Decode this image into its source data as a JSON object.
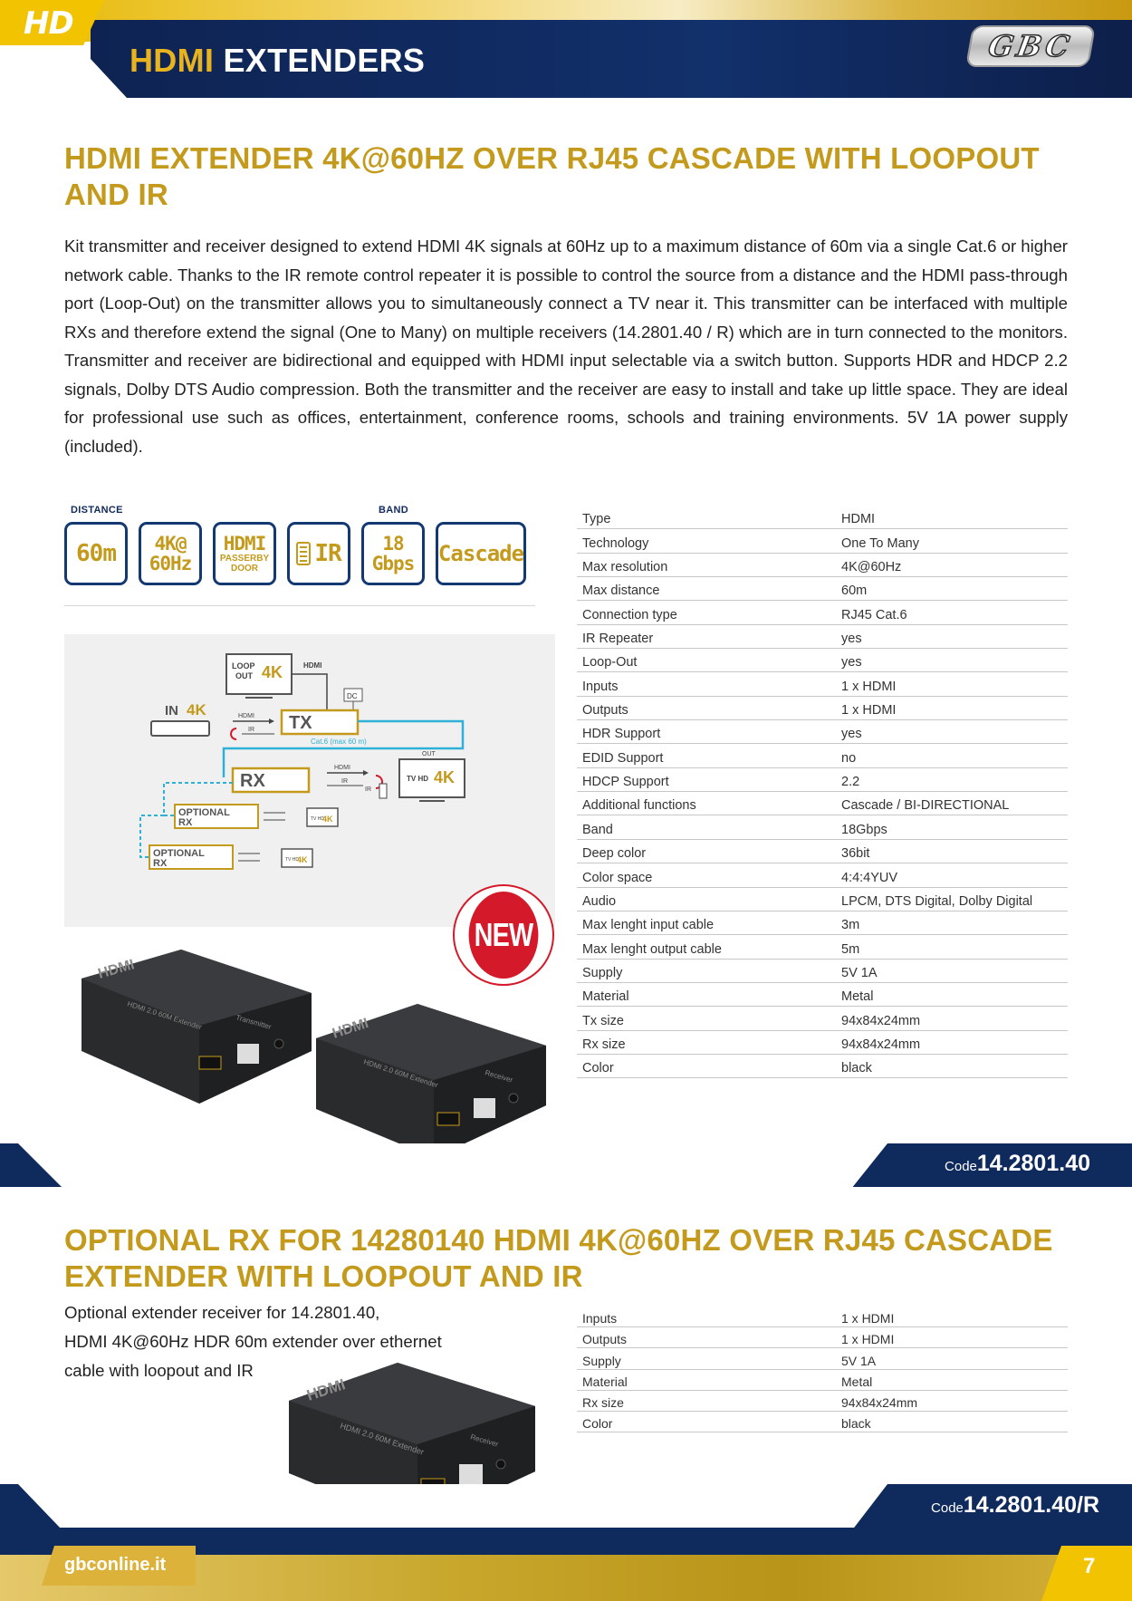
{
  "header": {
    "badge": "HD",
    "title_part1": "HDMI",
    "title_part2": "EXTENDERS",
    "logo": "GBC"
  },
  "product1": {
    "title": "HDMI EXTENDER 4K@60HZ OVER RJ45 CASCADE WITH LOOPOUT AND IR",
    "description": "Kit transmitter and receiver designed to extend HDMI 4K signals at 60Hz up to a maximum distance of 60m via a single Cat.6 or higher network cable. Thanks to the IR remote control repeater it is possible to control the source from a distance and the HDMI pass-through port (Loop-Out) on the transmitter allows you to simultaneously connect a TV near it. This transmitter can be interfaced with multiple RXs and therefore extend the signal (One to Many) on multiple receivers (14.2801.40 / R) which are in turn connected to the monitors. Transmitter and receiver are bidirectional and equipped with HDMI input selectable via a switch button. Supports HDR and HDCP 2.2 signals, Dolby DTS Audio compression. Both the transmitter and the receiver are easy to install and take up little space. They are ideal for professional use such as offices, entertainment, conference rooms, schools and training environments. 5V 1A power supply (included).",
    "badge_labels": {
      "distance": "DISTANCE",
      "band": "BAND"
    },
    "badges": {
      "distance": "60m",
      "res_line1": "4K@",
      "res_line2": "60Hz",
      "hdmi_line1": "HDMI",
      "hdmi_line2": "PASSERBY",
      "hdmi_line3": "DOOR",
      "ir": "IR",
      "band_line1": "18",
      "band_line2": "Gbps",
      "cascade": "Cascade"
    },
    "diagram": {
      "loop_out": "LOOP",
      "loop_out2": "OUT",
      "k4": "4K",
      "hdmi": "HDMI",
      "dc": "DC",
      "in": "IN",
      "ir": "IR",
      "tx": "TX",
      "cable": "Cat.6 (max 60 m)",
      "out": "OUT",
      "rx": "RX",
      "tv_hd": "TV HD",
      "optional": "OPTIONAL",
      "rx_short": "RX"
    },
    "new_label": "NEW",
    "specs": [
      {
        "k": "Type",
        "v": "HDMI"
      },
      {
        "k": "Technology",
        "v": "One To Many"
      },
      {
        "k": "Max resolution",
        "v": "4K@60Hz"
      },
      {
        "k": "Max distance",
        "v": "60m"
      },
      {
        "k": "Connection type",
        "v": "RJ45 Cat.6"
      },
      {
        "k": "IR Repeater",
        "v": "yes"
      },
      {
        "k": "Loop-Out",
        "v": "yes"
      },
      {
        "k": "Inputs",
        "v": "1 x HDMI"
      },
      {
        "k": "Outputs",
        "v": "1 x HDMI"
      },
      {
        "k": "HDR Support",
        "v": "yes"
      },
      {
        "k": "EDID Support",
        "v": "no"
      },
      {
        "k": "HDCP Support",
        "v": "2.2"
      },
      {
        "k": "Additional functions",
        "v": "Cascade / BI-DIRECTIONAL"
      },
      {
        "k": "Band",
        "v": "18Gbps"
      },
      {
        "k": "Deep color",
        "v": "36bit"
      },
      {
        "k": "Color space",
        "v": "4:4:4YUV"
      },
      {
        "k": "Audio",
        "v": "LPCM, DTS Digital, Dolby Digital"
      },
      {
        "k": "Max lenght input cable",
        "v": "3m"
      },
      {
        "k": "Max lenght output cable",
        "v": "5m"
      },
      {
        "k": "Supply",
        "v": "5V 1A"
      },
      {
        "k": "Material",
        "v": "Metal"
      },
      {
        "k": "Tx size",
        "v": "94x84x24mm"
      },
      {
        "k": "Rx size",
        "v": "94x84x24mm"
      },
      {
        "k": "Color",
        "v": "black"
      }
    ],
    "code_label": "Code",
    "code": "14.2801.40"
  },
  "product2": {
    "title": "OPTIONAL RX FOR 14280140 HDMI 4K@60HZ OVER RJ45 CASCADE EXTENDER WITH LOOPOUT AND IR",
    "desc_line1": "Optional extender receiver for 14.2801.40,",
    "desc_line2": "HDMI 4K@60Hz HDR 60m extender over ethernet",
    "desc_line3": "cable with loopout and IR",
    "specs": [
      {
        "k": "Inputs",
        "v": "1 x HDMI"
      },
      {
        "k": "Outputs",
        "v": "1 x HDMI"
      },
      {
        "k": "Supply",
        "v": "5V 1A"
      },
      {
        "k": "Material",
        "v": "Metal"
      },
      {
        "k": "Rx size",
        "v": "94x84x24mm"
      },
      {
        "k": "Color",
        "v": "black"
      }
    ],
    "code_label": "Code",
    "code": "14.2801.40/R"
  },
  "device_text": {
    "brand": "HDMI",
    "model": "HDMI 2.0 60M Extender",
    "tx_label": "Transmitter",
    "rx_label": "Receiver"
  },
  "footer": {
    "site": "gbconline.it",
    "page": "7"
  },
  "colors": {
    "navy": "#0f2a5c",
    "gold": "#c49a1c",
    "red": "#d41a2a",
    "cyan": "#2fb0d6"
  }
}
